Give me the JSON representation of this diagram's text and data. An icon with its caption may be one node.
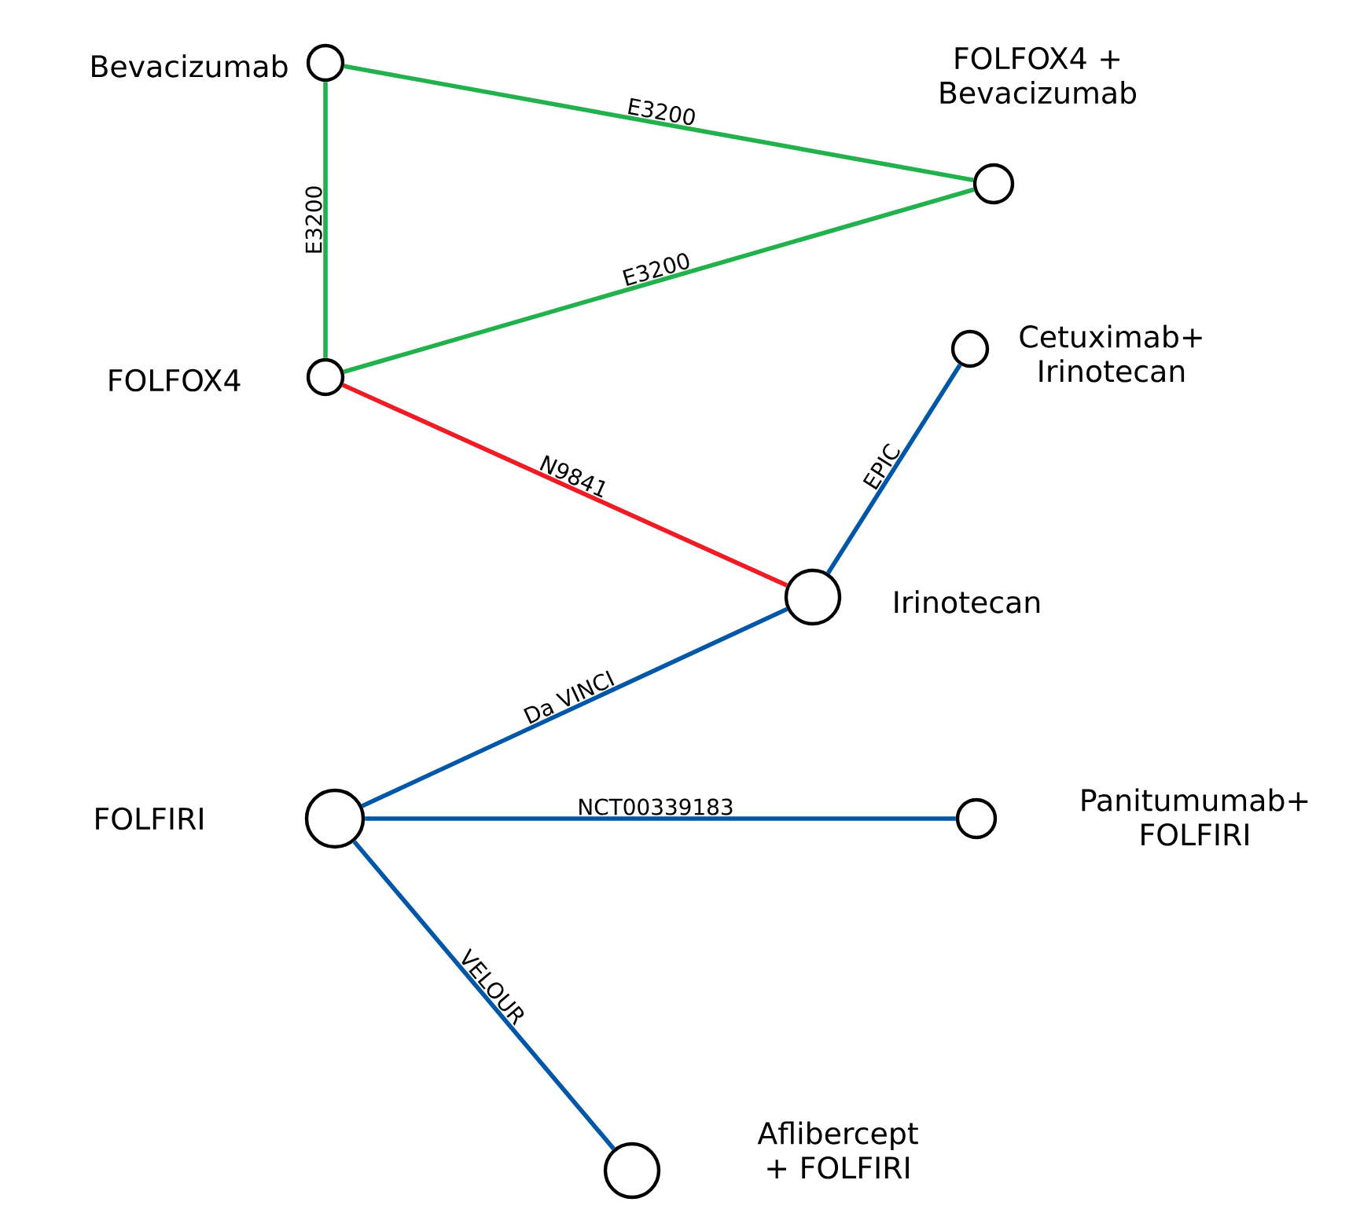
{
  "diagram": {
    "nodes": [
      {
        "text": [],
        "shape": "circle",
        "beside": [
          "Bevacizumab"
        ]
      },
      {
        "text": [],
        "shape": "circle",
        "beside": [
          "FOLFOX4 + Bevacizumab"
        ]
      },
      {
        "text": [],
        "shape": "circle",
        "beside": [
          "FOLFOX4"
        ]
      },
      {
        "text": [],
        "shape": "circle",
        "beside": [
          "Cetuximab+ Irinotecan"
        ]
      },
      {
        "text": [],
        "shape": "circle",
        "beside": [
          "Irinotecan"
        ]
      },
      {
        "text": [],
        "shape": "circle",
        "beside": [
          "FOLFIRI"
        ]
      },
      {
        "text": [],
        "shape": "circle",
        "beside": [
          "Panitumumab+ FOLFIRI"
        ]
      },
      {
        "text": [],
        "shape": "circle",
        "beside": [
          "Aflibercept + FOLFIRI"
        ]
      }
    ],
    "edges": [
      {
        "from": 0,
        "to": 1,
        "arrow": "none",
        "label": "E3200",
        "color": "#22b14c"
      },
      {
        "from": 0,
        "to": 2,
        "arrow": "none",
        "label": "E3200",
        "color": "#22b14c"
      },
      {
        "from": 2,
        "to": 1,
        "arrow": "none",
        "label": "E3200",
        "color": "#22b14c"
      },
      {
        "from": 2,
        "to": 4,
        "arrow": "none",
        "label": "N9841",
        "color": "#ee1c24"
      },
      {
        "from": 4,
        "to": 3,
        "arrow": "none",
        "label": "EPIC"
      },
      {
        "from": 5,
        "to": 4,
        "arrow": "none",
        "label": "Da VINCI"
      },
      {
        "from": 5,
        "to": 6,
        "arrow": "none",
        "label": "NCT00339183"
      },
      {
        "from": 5,
        "to": 7,
        "arrow": "none",
        "label": "VELOUR"
      }
    ]
  }
}
